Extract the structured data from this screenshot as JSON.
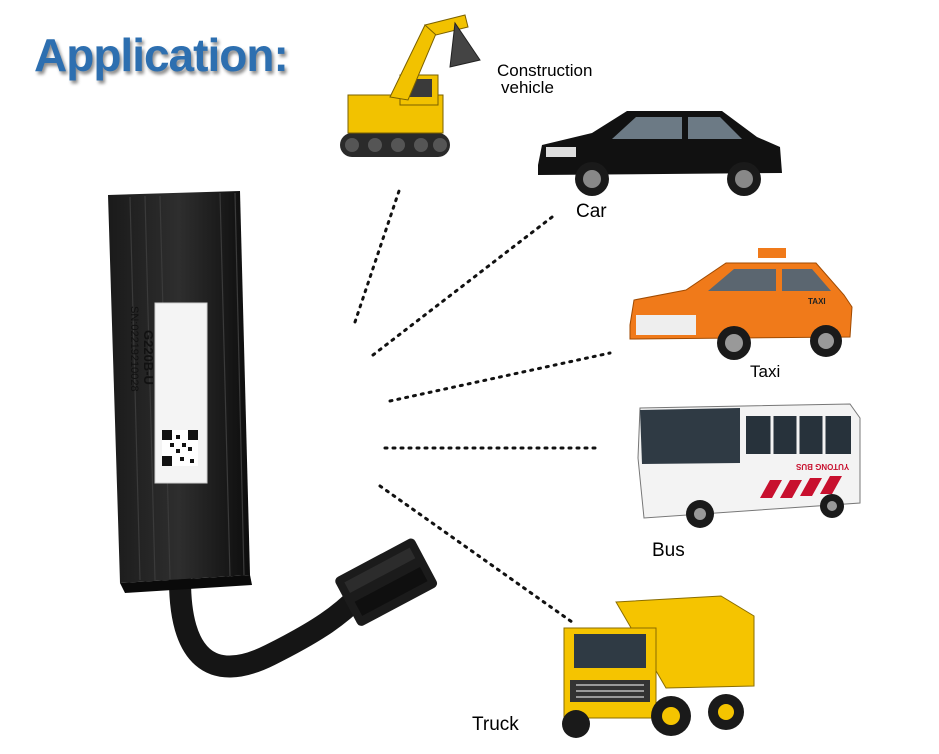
{
  "title": "Application:",
  "device": {
    "model": "G220B-U",
    "serial": "SN:02219210028"
  },
  "applications": [
    {
      "label_line1": "Construction",
      "label_line2": "vehicle"
    },
    {
      "label": "Car"
    },
    {
      "label": "Taxi",
      "roof_sign": "TAXI"
    },
    {
      "label": "Bus",
      "side_text": "YUTONG BUS"
    },
    {
      "label": "Truck"
    }
  ],
  "colors": {
    "title": "#2d6fb0",
    "excavator": "#f2c200",
    "car": "#111111",
    "taxi": "#f07a1a",
    "bus_stripe": "#c8102e",
    "truck": "#f5c400"
  }
}
